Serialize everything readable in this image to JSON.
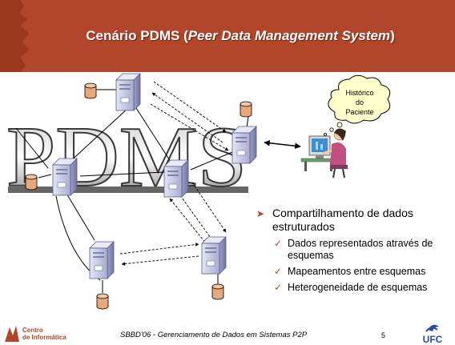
{
  "title": {
    "main": "Cenário PDMS (",
    "italic": "Peer Data Management System",
    "end": ")"
  },
  "background_word": "PDMS",
  "cloud": {
    "line1": "Histórico",
    "line2": "do",
    "line3": "Paciente"
  },
  "bullets": {
    "main": "Compartilhamento de dados estruturados",
    "sub": [
      "Dados representados através de esquemas",
      "Mapeamentos entre esquemas",
      "Heterogeneidade de esquemas"
    ]
  },
  "footer": {
    "text": "SBBD'06 - Gerenciamento de Dados em Sistemas P2P",
    "page": "5"
  },
  "logos": {
    "left": "Centro de Informática",
    "right": "UFC"
  },
  "colors": {
    "titlebar": "#b2462a",
    "accent": "#b2462a",
    "cylinder": "#e8a87a",
    "server": "#c7c9e2"
  }
}
